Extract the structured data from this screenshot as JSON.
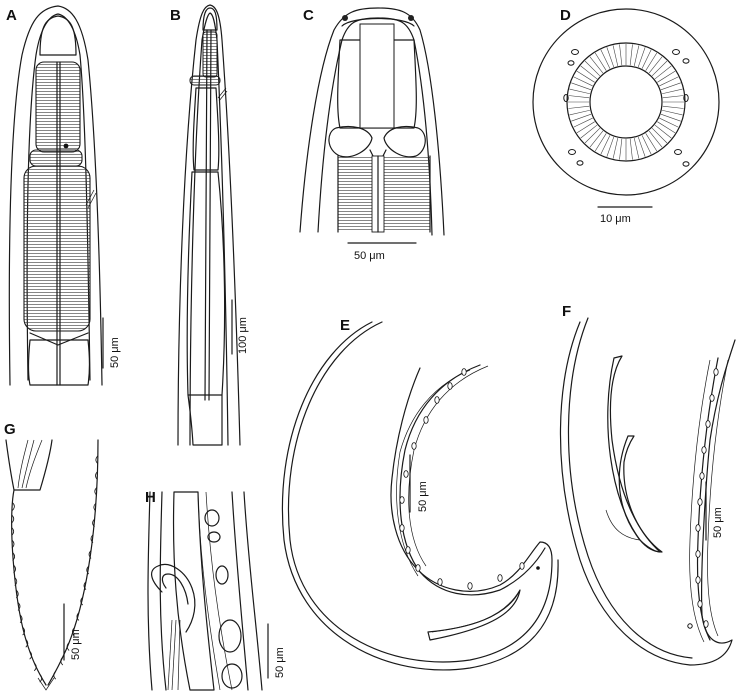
{
  "figure": {
    "panels": [
      {
        "id": "A",
        "label": "A",
        "scale": "50 μm"
      },
      {
        "id": "B",
        "label": "B",
        "scale": "100 μm"
      },
      {
        "id": "C",
        "label": "C",
        "scale": "50 μm"
      },
      {
        "id": "D",
        "label": "D",
        "scale": "10 μm"
      },
      {
        "id": "E",
        "label": "E",
        "scale": "50 μm"
      },
      {
        "id": "F",
        "label": "F",
        "scale": "50 μm"
      },
      {
        "id": "G",
        "label": "G",
        "scale": "50 μm"
      },
      {
        "id": "H",
        "label": "H",
        "scale": "50 μm"
      }
    ],
    "colors": {
      "ink": "#1a1a1a",
      "background": "#ffffff",
      "stipple": "#333333"
    }
  }
}
